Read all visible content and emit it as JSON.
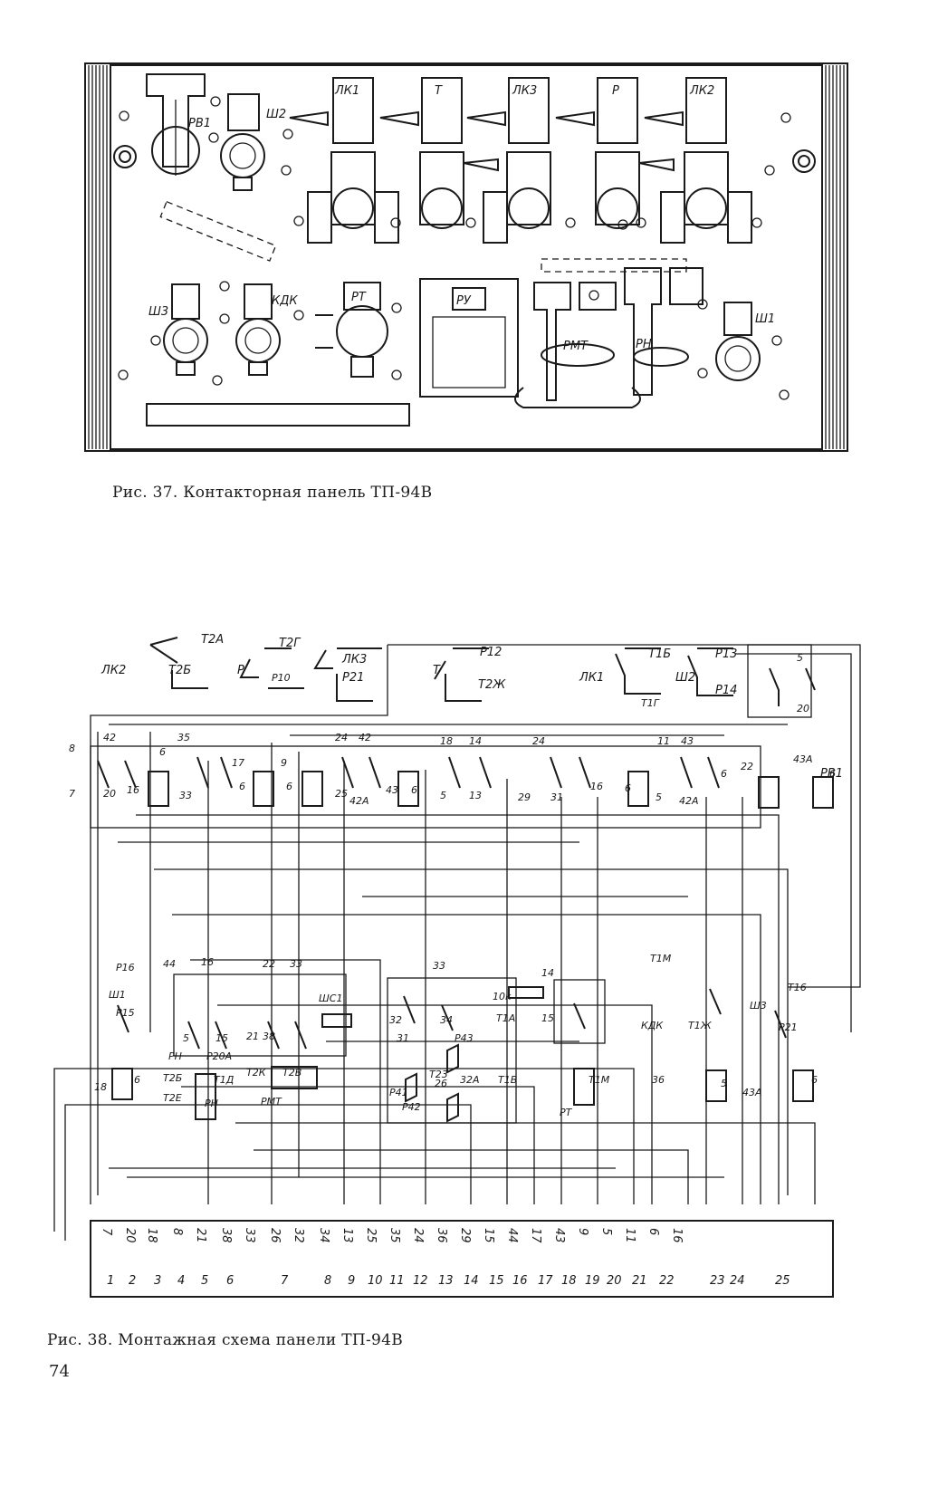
{
  "fig37": {
    "caption": "Рис. 37. Контакторная панель ТП-94В",
    "labels": [
      "РВ1",
      "Ш2",
      "ЛК1",
      "Т",
      "ЛК3",
      "Р",
      "ЛК2",
      "Ш3",
      "КДК",
      "РТ",
      "РУ",
      "РМТ",
      "РН",
      "Ш1"
    ]
  },
  "fig38": {
    "caption": "Рис. 38. Монтажная схема панели ТП-94В",
    "top_labels": [
      "Т2А",
      "ЛК2",
      "Т2Б",
      "Р",
      "Т2Г",
      "Р10",
      "ЛК3",
      "Р21",
      "Т",
      "Р12",
      "Т2Ж",
      "ЛК1",
      "Т1Б",
      "Т1Г",
      "Ш2",
      "Р13",
      "Р14",
      "5",
      "20",
      "РВ1"
    ],
    "mid_labels": [
      "8",
      "7",
      "42",
      "20",
      "16",
      "6",
      "35",
      "33",
      "17",
      "6",
      "9",
      "6",
      "24",
      "42",
      "25",
      "42А",
      "43",
      "6",
      "18",
      "5",
      "14",
      "13",
      "24",
      "29",
      "31",
      "16",
      "6",
      "11",
      "43",
      "5",
      "42А",
      "6",
      "22",
      "43А",
      "6"
    ],
    "lower_labels": [
      "Р16",
      "Ш1",
      "Р15",
      "18",
      "6",
      "44",
      "16",
      "5",
      "15",
      "РН",
      "Р20А",
      "Т2Б",
      "Т1Д",
      "Т2Е",
      "РН",
      "22",
      "33",
      "21",
      "38",
      "Т2К",
      "Т2В",
      "РМТ",
      "ШС1",
      "33",
      "32",
      "34",
      "31",
      "Р43",
      "Р41",
      "Т23",
      "32А",
      "26",
      "Р42",
      "10к",
      "Т1А",
      "14",
      "15",
      "Т1В",
      "Т1М",
      "РТ",
      "Т1М",
      "КДК",
      "Т1Ж",
      "36",
      "5",
      "Т16",
      "Ш3",
      "Р21",
      "43А",
      "6"
    ],
    "strip_top": [
      "7",
      "20",
      "18",
      "8",
      "21",
      "38",
      "33",
      "26",
      "32",
      "34",
      "13",
      "25",
      "35",
      "24",
      "36",
      "29",
      "15",
      "44",
      "17",
      "43",
      "9",
      "5",
      "11",
      "6",
      "16"
    ],
    "strip_bottom": [
      "1",
      "2",
      "3",
      "4",
      "5",
      "6",
      "7",
      "8",
      "9",
      "10",
      "11",
      "12",
      "13",
      "14",
      "15",
      "16",
      "17",
      "18",
      "19",
      "20",
      "21",
      "22",
      "23",
      "24",
      "25"
    ]
  },
  "page_number": "74"
}
